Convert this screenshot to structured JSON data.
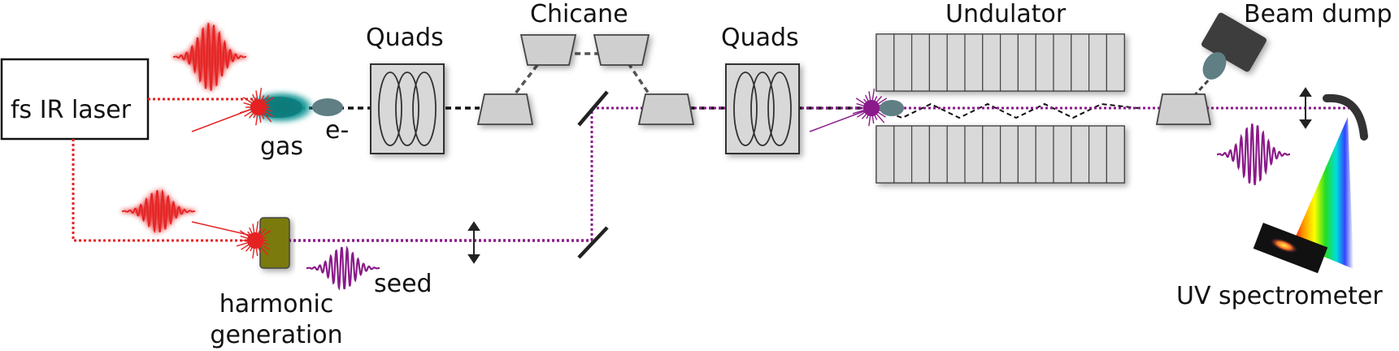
{
  "labels": {
    "laser": "fs IR laser",
    "gas": "gas",
    "electron": "e-",
    "quads_left": "Quads",
    "chicane": "Chicane",
    "quads_right": "Quads",
    "undulator": "Undulator",
    "beam_dump": "Beam dump",
    "seed": "seed",
    "harmonic_line1": "harmonic",
    "harmonic_line2": "generation",
    "uv_spectrometer": "UV spectrometer"
  },
  "colors": {
    "ir_beam": "#e52222",
    "seed_beam": "#8a1a8a",
    "electron_beam": "#111111",
    "component_fill": "#d4d4d4",
    "component_stroke": "#444444",
    "gas_jet": "#1a8a8a",
    "electron_bunch": "#5f7f85",
    "hhg_cell": "#7a7a10",
    "beam_dump_box": "#3c3c3c"
  },
  "icons": {
    "laser": "laser-box",
    "gas": "gas-jet-icon",
    "electron": "electron-bunch-icon",
    "quads": "quadrupole-lens-icon",
    "chicane": "chicane-magnet-icon",
    "undulator": "undulator-magnet-array",
    "beam_dump": "beam-dump-icon",
    "mirror": "mirror-icon",
    "translation": "double-arrow-icon",
    "grating": "curved-grating-icon",
    "detector": "ccd-detector-icon"
  }
}
